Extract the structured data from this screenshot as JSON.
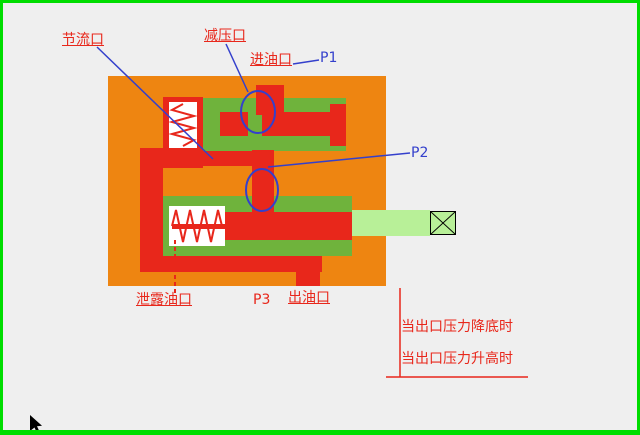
{
  "labels": {
    "throttle": "节流口",
    "pressure_reduce": "减压口",
    "inlet": "进油口",
    "leak": "泄露油口",
    "outlet": "出油口",
    "p1": "P1",
    "p2": "P2",
    "p3": "P3"
  },
  "notes": {
    "pressure_drop": "当出口压力降底时",
    "pressure_rise": "当出口压力升高时"
  },
  "icons": {
    "bottom_left": "cursor-arrow-icon"
  },
  "colors": {
    "frame": "#00dd00",
    "background": "#efefef",
    "body_orange": "#ee8511",
    "housing_green": "#6fb33c",
    "channel_red": "#e8271b",
    "rod_green": "#b8f098",
    "annotation_blue": "#3440cc",
    "label_red": "#e8271b"
  }
}
